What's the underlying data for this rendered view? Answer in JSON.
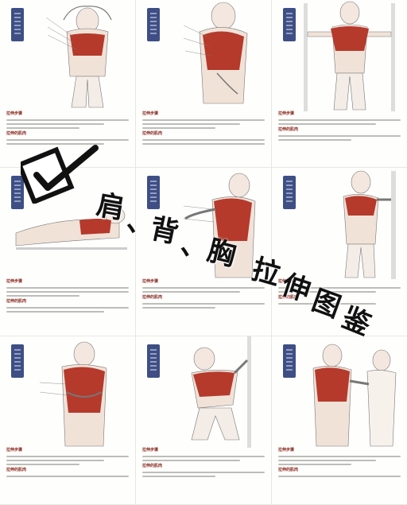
{
  "overlay_title": {
    "chars": [
      "肩",
      "、",
      "背",
      "、",
      "胸",
      "拉",
      "伸",
      "图",
      "鉴"
    ]
  },
  "pages": [
    {
      "header": "拉伸步骤",
      "muscle_header": "拉伸的肌肉"
    },
    {
      "header": "拉伸步骤",
      "muscle_header": "拉伸的肌肉"
    },
    {
      "header": "拉伸步骤",
      "muscle_header": "拉伸的肌肉"
    },
    {
      "header": "拉伸步骤",
      "muscle_header": "拉伸的肌肉"
    },
    {
      "header": "拉伸步骤",
      "muscle_header": "拉伸的肌肉"
    },
    {
      "header": "拉伸步骤",
      "muscle_header": "拉伸的肌肉"
    },
    {
      "header": "拉伸步骤",
      "muscle_header": "拉伸的肌肉"
    },
    {
      "header": "拉伸步骤",
      "muscle_header": "拉伸的肌肉"
    },
    {
      "header": "拉伸步骤",
      "muscle_header": "拉伸的肌肉"
    }
  ],
  "colors": {
    "tab": "#3e4f86",
    "muscle": "#b53a2c",
    "muscle_header": "#8b2b21"
  }
}
